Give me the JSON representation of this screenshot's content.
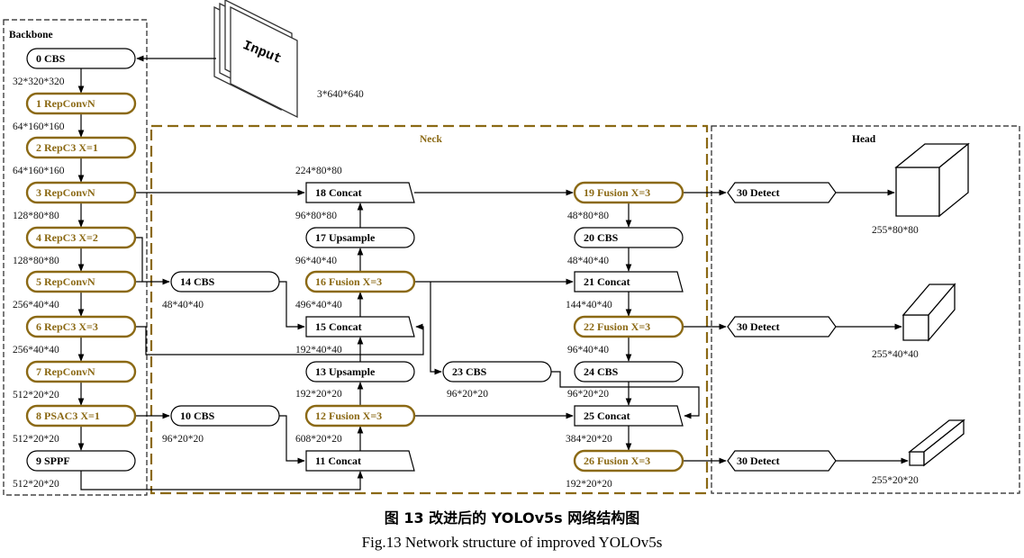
{
  "sections": {
    "backbone": "Backbone",
    "neck": "Neck",
    "head": "Head"
  },
  "input": {
    "label": "Input",
    "size": "3*640*640"
  },
  "backbone": [
    {
      "idx": "0",
      "name": "CBS",
      "out": "32*320*320"
    },
    {
      "idx": "1",
      "name": "RepConvN",
      "out": "64*160*160"
    },
    {
      "idx": "2",
      "name": "RepC3  X=1",
      "out": "64*160*160"
    },
    {
      "idx": "3",
      "name": "RepConvN",
      "out": "128*80*80"
    },
    {
      "idx": "4",
      "name": "RepC3  X=2",
      "out": "128*80*80"
    },
    {
      "idx": "5",
      "name": "RepConvN",
      "out": "256*40*40"
    },
    {
      "idx": "6",
      "name": "RepC3  X=3",
      "out": "256*40*40"
    },
    {
      "idx": "7",
      "name": "RepConvN",
      "out": "512*20*20"
    },
    {
      "idx": "8",
      "name": "PSAC3  X=1",
      "out": "512*20*20"
    },
    {
      "idx": "9",
      "name": "SPPF",
      "out": "512*20*20"
    }
  ],
  "neck": {
    "n10": {
      "idx": "10",
      "name": "CBS",
      "out": "96*20*20"
    },
    "n11": {
      "idx": "11",
      "name": "Concat",
      "out": "608*20*20"
    },
    "n12": {
      "idx": "12",
      "name": "Fusion  X=3",
      "out": "192*20*20"
    },
    "n13": {
      "idx": "13",
      "name": "Upsample",
      "out": "192*40*40"
    },
    "n14": {
      "idx": "14",
      "name": "CBS",
      "out": "48*40*40"
    },
    "n15": {
      "idx": "15",
      "name": "Concat",
      "out": "496*40*40"
    },
    "n16": {
      "idx": "16",
      "name": "Fusion  X=3",
      "out": "96*40*40"
    },
    "n17": {
      "idx": "17",
      "name": "Upsample",
      "out": "96*80*80"
    },
    "n18": {
      "idx": "18",
      "name": "Concat",
      "out": "224*80*80"
    },
    "n19": {
      "idx": "19",
      "name": "Fusion  X=3",
      "out": "48*80*80"
    },
    "n20": {
      "idx": "20",
      "name": "CBS",
      "out": "48*40*40"
    },
    "n21": {
      "idx": "21",
      "name": "Concat",
      "out": "144*40*40"
    },
    "n22": {
      "idx": "22",
      "name": "Fusion  X=3",
      "out": "96*40*40"
    },
    "n23": {
      "idx": "23",
      "name": "CBS",
      "out": "96*20*20"
    },
    "n24": {
      "idx": "24",
      "name": "CBS",
      "out": "96*20*20"
    },
    "n25": {
      "idx": "25",
      "name": "Concat",
      "out": "384*20*20"
    },
    "n26": {
      "idx": "26",
      "name": "Fusion  X=3",
      "out": "192*20*20"
    }
  },
  "head": [
    {
      "idx": "30",
      "name": "Detect",
      "out": "255*80*80"
    },
    {
      "idx": "30",
      "name": "Detect",
      "out": "255*40*40"
    },
    {
      "idx": "30",
      "name": "Detect",
      "out": "255*20*20"
    }
  ],
  "caption": {
    "cn": "图 13   改进后的 YOLOv5s 网络结构图",
    "en": "Fig.13    Network structure of improved YOLOv5s"
  },
  "colors": {
    "gold": "#8B6914",
    "black": "#000000",
    "line": "#111111"
  }
}
